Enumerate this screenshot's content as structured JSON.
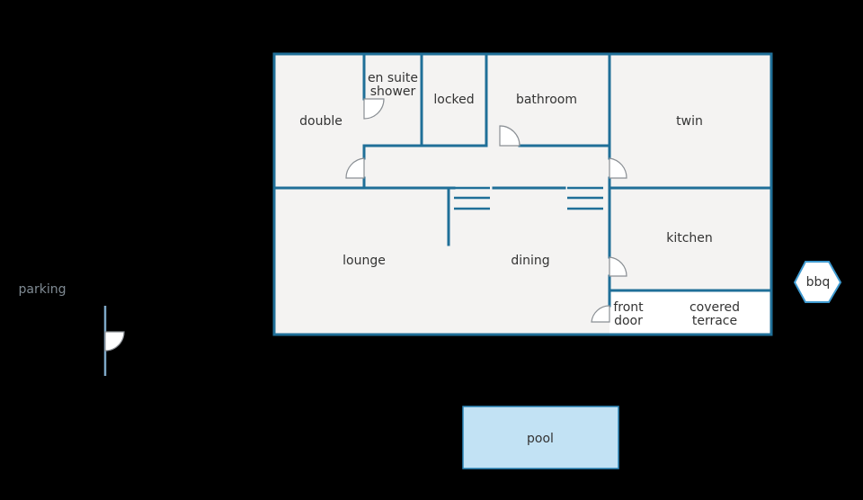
{
  "colors": {
    "background": "#000000",
    "floor": "#f4f3f2",
    "wall": "#1f6f98",
    "terrace": "#ffffff",
    "pool_fill": "#c2e2f4",
    "pool_edge": "#2a86b8",
    "bbq_edge": "#3f9ad0",
    "label": "#333333",
    "outside_label": "#7f8a93"
  },
  "rooms": {
    "double": "double",
    "ensuite_line1": "en suite",
    "ensuite_line2": "shower",
    "locked": "locked",
    "bathroom": "bathroom",
    "twin": "twin",
    "lounge": "lounge",
    "dining": "dining",
    "kitchen": "kitchen",
    "front_door_line1": "front",
    "front_door_line2": "door",
    "terrace_line1": "covered",
    "terrace_line2": "terrace"
  },
  "outside": {
    "parking": "parking",
    "bbq": "bbq",
    "pool": "pool"
  }
}
